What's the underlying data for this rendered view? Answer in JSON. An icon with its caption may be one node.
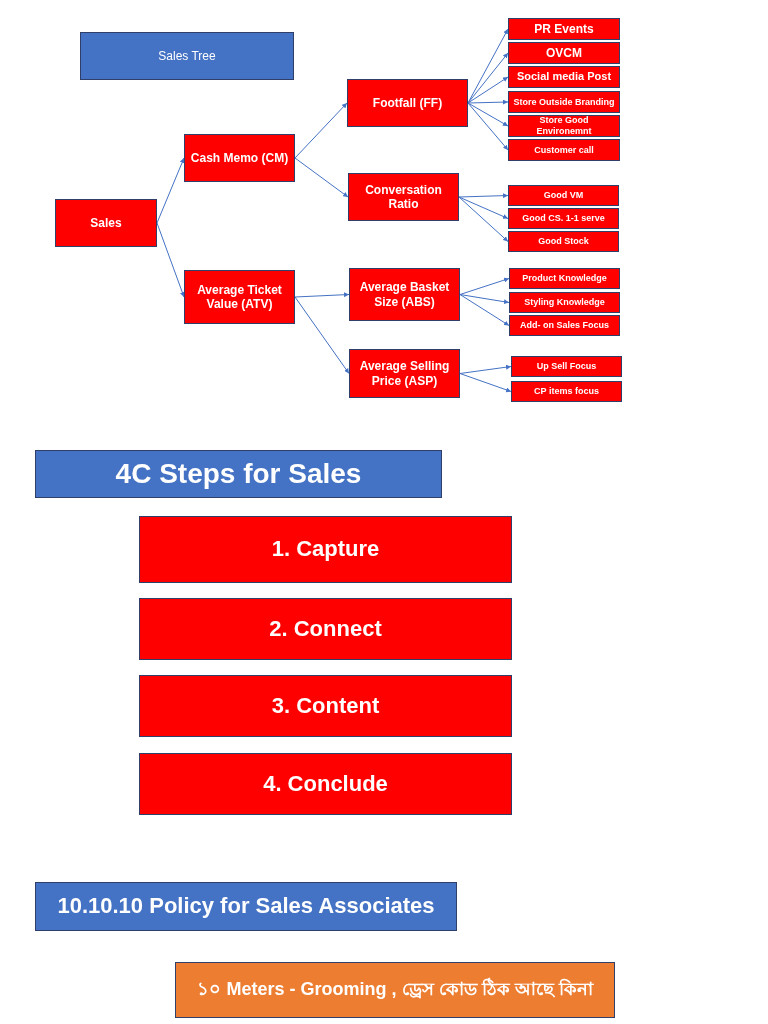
{
  "diagram": {
    "nodes": [
      {
        "text": [
          "Sales Tree"
        ]
      },
      {
        "text": [
          "Sales"
        ]
      },
      {
        "text": [
          "Cash Memo (CM)"
        ]
      },
      {
        "text": [
          "Average Ticket Value (ATV)"
        ]
      },
      {
        "text": [
          "Footfall (FF)"
        ]
      },
      {
        "text": [
          "Conversation Ratio"
        ]
      },
      {
        "text": [
          "Average Basket Size (ABS)"
        ]
      },
      {
        "text": [
          "Average Selling Price (ASP)"
        ]
      },
      {
        "text": [
          "PR Events"
        ]
      },
      {
        "text": [
          "OVCM"
        ]
      },
      {
        "text": [
          "Social media Post"
        ]
      },
      {
        "text": [
          "Store Outside Branding"
        ]
      },
      {
        "text": [
          "Store Good Environemnt"
        ]
      },
      {
        "text": [
          "Customer call"
        ]
      },
      {
        "text": [
          "Good VM"
        ]
      },
      {
        "text": [
          "Good CS. 1-1 serve"
        ]
      },
      {
        "text": [
          "Good Stock"
        ]
      },
      {
        "text": [
          "Product Knowledge"
        ]
      },
      {
        "text": [
          "Styling Knowledge"
        ]
      },
      {
        "text": [
          "Add- on Sales Focus"
        ]
      },
      {
        "text": [
          "Up Sell Focus"
        ]
      },
      {
        "text": [
          "CP items focus"
        ]
      },
      {
        "text": [
          "4C Steps for Sales"
        ]
      },
      {
        "text": [
          "1. Capture"
        ]
      },
      {
        "text": [
          "2. Connect"
        ]
      },
      {
        "text": [
          "3. Content"
        ]
      },
      {
        "text": [
          "4. Conclude"
        ]
      },
      {
        "text": [
          "10.10.10 Policy for Sales Associates"
        ]
      },
      {
        "text": [
          "১০ Meters - Grooming , ড্রেস কোড ঠিক আছে কিনা"
        ]
      }
    ],
    "edges": [
      {
        "from": 1,
        "to": 2,
        "arrow": "to"
      },
      {
        "from": 1,
        "to": 3,
        "arrow": "to"
      },
      {
        "from": 2,
        "to": 4,
        "arrow": "to"
      },
      {
        "from": 2,
        "to": 5,
        "arrow": "to"
      },
      {
        "from": 3,
        "to": 6,
        "arrow": "to"
      },
      {
        "from": 3,
        "to": 7,
        "arrow": "to"
      },
      {
        "from": 4,
        "to": 8,
        "arrow": "to"
      },
      {
        "from": 4,
        "to": 9,
        "arrow": "to"
      },
      {
        "from": 4,
        "to": 10,
        "arrow": "to"
      },
      {
        "from": 4,
        "to": 11,
        "arrow": "to"
      },
      {
        "from": 4,
        "to": 12,
        "arrow": "to"
      },
      {
        "from": 4,
        "to": 13,
        "arrow": "to"
      },
      {
        "from": 5,
        "to": 14,
        "arrow": "to"
      },
      {
        "from": 5,
        "to": 15,
        "arrow": "to"
      },
      {
        "from": 5,
        "to": 16,
        "arrow": "to"
      },
      {
        "from": 6,
        "to": 17,
        "arrow": "to"
      },
      {
        "from": 6,
        "to": 18,
        "arrow": "to"
      },
      {
        "from": 6,
        "to": 19,
        "arrow": "to"
      },
      {
        "from": 7,
        "to": 20,
        "arrow": "to"
      },
      {
        "from": 7,
        "to": 21,
        "arrow": "to"
      }
    ]
  }
}
